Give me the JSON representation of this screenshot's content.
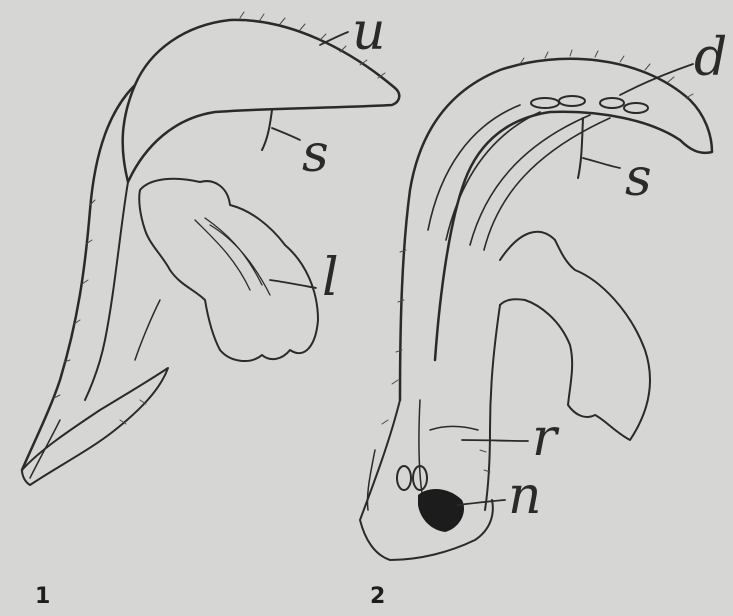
{
  "figures": [
    {
      "number": "1",
      "labels": {
        "upper_lip": "u",
        "stigma": "s",
        "lower_lip": "l"
      }
    },
    {
      "number": "2",
      "labels": {
        "anthers": "d",
        "stigma": "s",
        "ring": "r",
        "nectary": "n"
      }
    }
  ]
}
